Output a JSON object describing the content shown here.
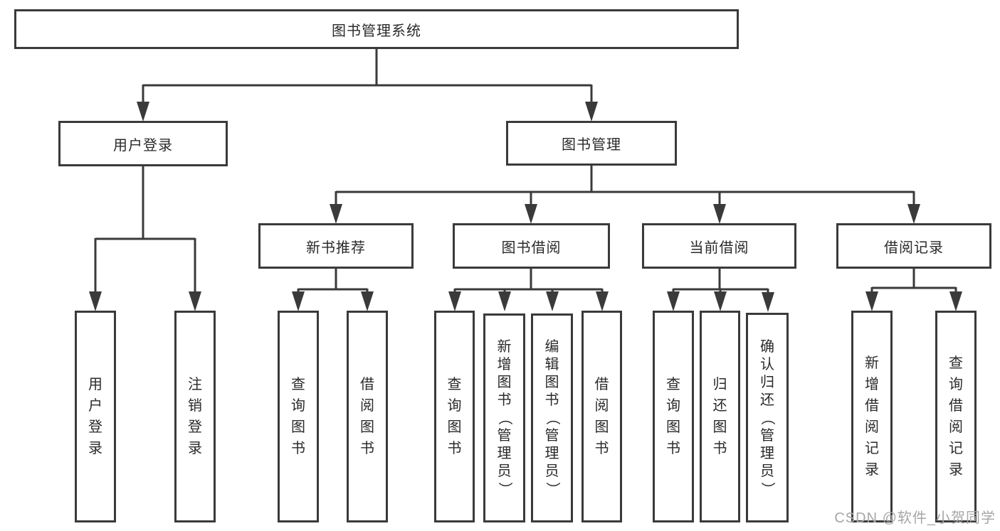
{
  "colors": {
    "line": "#3a3a3a",
    "text": "#2a2a2a",
    "background": "#ffffff",
    "watermark": "#a6a6a6"
  },
  "watermark": {
    "text": "CSDN @软件_小贺同学"
  },
  "tree": {
    "root": "图书管理系统",
    "branches": [
      {
        "label": "用户登录",
        "children": [
          "用户登录",
          "注销登录"
        ]
      },
      {
        "label": "图书管理",
        "groups": [
          {
            "label": "新书推荐",
            "children": [
              "查询图书",
              "借阅图书"
            ]
          },
          {
            "label": "图书借阅",
            "children": [
              "查询图书",
              "新增图书（管理员）",
              "编辑图书（管理员）",
              "借阅图书"
            ]
          },
          {
            "label": "当前借阅",
            "children": [
              "查询图书",
              "归还图书",
              "确认归还（管理员）"
            ]
          },
          {
            "label": "借阅记录",
            "children": [
              "新增借阅记录",
              "查询借阅记录"
            ]
          }
        ]
      }
    ]
  }
}
